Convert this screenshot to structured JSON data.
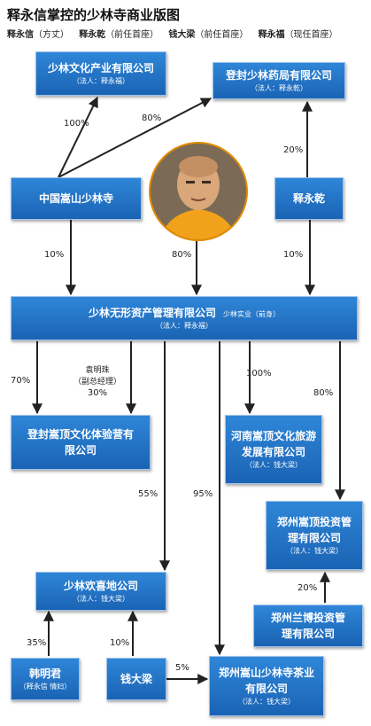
{
  "title": "释永信掌控的少林寺商业版图",
  "people": [
    {
      "name": "释永信",
      "role": "（方丈）"
    },
    {
      "name": "释永乾",
      "role": "（前任首座）"
    },
    {
      "name": "钱大梁",
      "role": "（前任首座）"
    },
    {
      "name": "释永福",
      "role": "（现任首座）"
    }
  ],
  "nodes": {
    "wenhua": {
      "name": "少林文化产业有限公司",
      "legal": "（法人：释永福）"
    },
    "yaoju": {
      "name": "登封少林药局有限公司",
      "legal": "（法人：释永乾）"
    },
    "songshan": {
      "name": "中国嵩山少林寺"
    },
    "yongqian": {
      "name": "释永乾"
    },
    "wuxing": {
      "name": "少林无形资产管理有限公司",
      "note": "少林实业（前身）",
      "legal": "（法人：释永福）"
    },
    "tiyan": {
      "name": "登封嵩顶文化体验营有限公司"
    },
    "lvyou": {
      "name": "河南嵩顶文化旅游发展有限公司",
      "legal": "（法人：钱大梁）"
    },
    "touzi": {
      "name": "郑州嵩顶投资管理有限公司",
      "legal": "（法人：钱大梁）"
    },
    "huanxi": {
      "name": "少林欢喜地公司",
      "legal": "（法人：钱大梁）"
    },
    "lanbo": {
      "name": "郑州兰博投资管理有限公司"
    },
    "hanmingjun": {
      "name": "韩明君",
      "note": "（释永信 情妇）"
    },
    "qiandaliang": {
      "name": "钱大梁"
    },
    "chaye": {
      "name": "郑州嵩山少林寺茶业有限公司",
      "legal": "（法人：钱大梁）"
    }
  },
  "percents": {
    "p100a": "100%",
    "p80a": "80%",
    "p20a": "20%",
    "p10a": "10%",
    "p80b": "80%",
    "p10b": "10%",
    "p70": "70%",
    "p30": "30%",
    "p100b": "100%",
    "p80c": "80%",
    "p55": "55%",
    "p95": "95%",
    "p20b": "20%",
    "p35": "35%",
    "p10c": "10%",
    "p5": "5%"
  },
  "shareholder": {
    "name": "袁明珠",
    "role": "（副总经理）"
  },
  "photo": {
    "subject": "释永信",
    "icon": "portrait-photo"
  }
}
